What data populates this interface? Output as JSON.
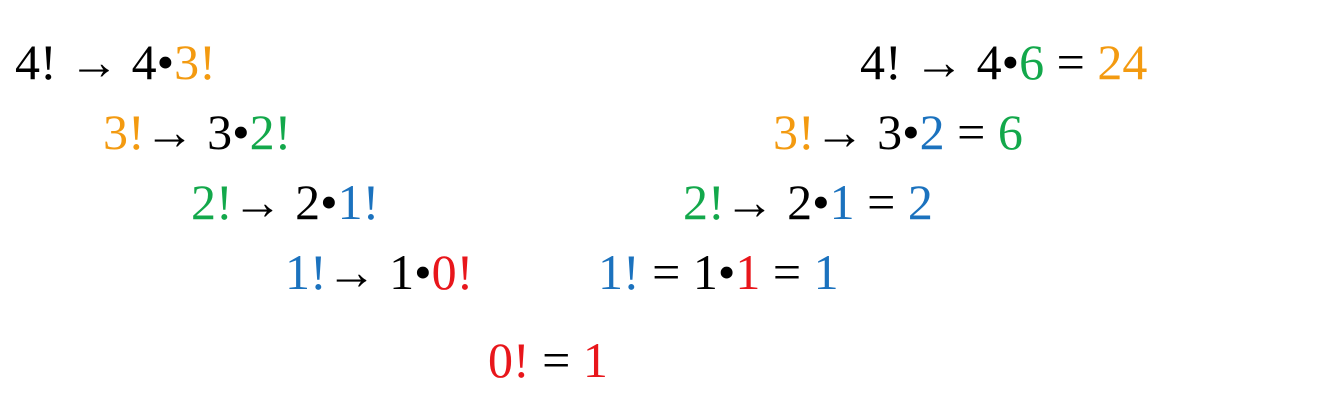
{
  "colors": {
    "black": "#000000",
    "orange": "#F39A10",
    "green": "#13A84B",
    "blue": "#1B72BE",
    "red": "#E8161B"
  },
  "descent": [
    {
      "id": "descent-4",
      "segments": [
        {
          "text": "4! → 4•",
          "color": "black"
        },
        {
          "text": "3!",
          "color": "orange"
        }
      ]
    },
    {
      "id": "descent-3",
      "segments": [
        {
          "text": "3!",
          "color": "orange"
        },
        {
          "text": "→ 3•",
          "color": "black"
        },
        {
          "text": "2!",
          "color": "green"
        }
      ]
    },
    {
      "id": "descent-2",
      "segments": [
        {
          "text": "2!",
          "color": "green"
        },
        {
          "text": "→ 2•",
          "color": "black"
        },
        {
          "text": "1!",
          "color": "blue"
        }
      ]
    },
    {
      "id": "descent-1",
      "segments": [
        {
          "text": "1!",
          "color": "blue"
        },
        {
          "text": "→ 1•",
          "color": "black"
        },
        {
          "text": "0!",
          "color": "red"
        }
      ]
    }
  ],
  "base": {
    "id": "base-case",
    "segments": [
      {
        "text": "0!",
        "color": "red"
      },
      {
        "text": " = ",
        "color": "black"
      },
      {
        "text": "1",
        "color": "red"
      }
    ]
  },
  "ascent": [
    {
      "id": "ascent-1",
      "segments": [
        {
          "text": "1!",
          "color": "blue"
        },
        {
          "text": " = 1•",
          "color": "black"
        },
        {
          "text": "1",
          "color": "red"
        },
        {
          "text": " = ",
          "color": "black"
        },
        {
          "text": "1",
          "color": "blue"
        }
      ]
    },
    {
      "id": "ascent-2",
      "segments": [
        {
          "text": "2!",
          "color": "green"
        },
        {
          "text": "→ 2•",
          "color": "black"
        },
        {
          "text": "1",
          "color": "blue"
        },
        {
          "text": " = ",
          "color": "black"
        },
        {
          "text": "2",
          "color": "blue"
        }
      ]
    },
    {
      "id": "ascent-3",
      "segments": [
        {
          "text": "3!",
          "color": "orange"
        },
        {
          "text": "→ 3•",
          "color": "black"
        },
        {
          "text": "2",
          "color": "blue"
        },
        {
          "text": " = ",
          "color": "black"
        },
        {
          "text": "6",
          "color": "green"
        }
      ]
    },
    {
      "id": "ascent-4",
      "segments": [
        {
          "text": "4! → 4•",
          "color": "black"
        },
        {
          "text": "6",
          "color": "green"
        },
        {
          "text": " = ",
          "color": "black"
        },
        {
          "text": "24",
          "color": "orange"
        }
      ]
    }
  ]
}
